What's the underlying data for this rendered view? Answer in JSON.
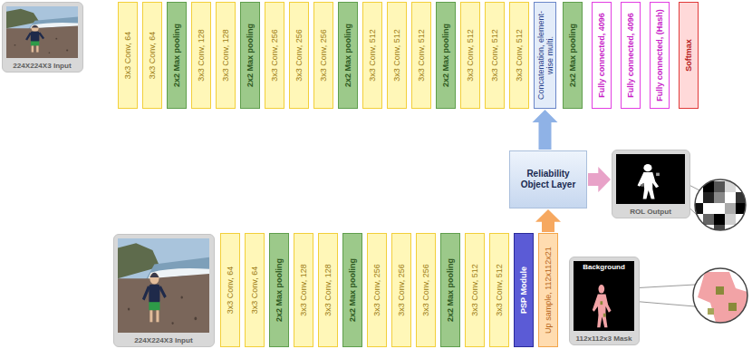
{
  "diagram": {
    "nodes": [
      {
        "text": [
          "224X224X3 Input"
        ]
      },
      {
        "text": [
          "3x3 Conv, 64"
        ]
      },
      {
        "text": [
          "3x3 Conv, 64"
        ]
      },
      {
        "text": [
          "2x2 Max pooling"
        ]
      },
      {
        "text": [
          "3x3 Conv, 128"
        ]
      },
      {
        "text": [
          "3x3 Conv, 128"
        ]
      },
      {
        "text": [
          "2x2 Max pooling"
        ]
      },
      {
        "text": [
          "3x3 Conv, 256"
        ]
      },
      {
        "text": [
          "3x3 Conv, 256"
        ]
      },
      {
        "text": [
          "3x3 Conv, 256"
        ]
      },
      {
        "text": [
          "2x2 Max pooling"
        ]
      },
      {
        "text": [
          "3x3 Conv, 512"
        ]
      },
      {
        "text": [
          "3x3 Conv, 512"
        ]
      },
      {
        "text": [
          "3x3 Conv, 512"
        ]
      },
      {
        "text": [
          "2x2 Max pooling"
        ]
      },
      {
        "text": [
          "3x3 Conv, 512"
        ]
      },
      {
        "text": [
          "3x3 Conv, 512"
        ]
      },
      {
        "text": [
          "3x3 Conv, 512"
        ]
      },
      {
        "text": [
          "Concatenation, element-wise multi."
        ]
      },
      {
        "text": [
          "2x2 Max pooling"
        ]
      },
      {
        "text": [
          "Fully connected, 4096"
        ]
      },
      {
        "text": [
          "Fully connected, 4096"
        ]
      },
      {
        "text": [
          "Fully connected, (Hash)"
        ]
      },
      {
        "text": [
          "Softmax"
        ]
      },
      {
        "text": [
          "Reliability Object Layer"
        ]
      },
      {
        "text": [
          "ROL Output"
        ]
      },
      {
        "text": [
          "224X224X3 Input"
        ]
      },
      {
        "text": [
          "3x3 Conv, 64"
        ]
      },
      {
        "text": [
          "3x3 Conv, 64"
        ]
      },
      {
        "text": [
          "2x2 Max pooling"
        ]
      },
      {
        "text": [
          "3x3 Conv, 128"
        ]
      },
      {
        "text": [
          "3x3 Conv, 128"
        ]
      },
      {
        "text": [
          "2x2 Max pooling"
        ]
      },
      {
        "text": [
          "3x3 Conv, 256"
        ]
      },
      {
        "text": [
          "3x3 Conv, 256"
        ]
      },
      {
        "text": [
          "3x3 Conv, 256"
        ]
      },
      {
        "text": [
          "2x2 Max pooling"
        ]
      },
      {
        "text": [
          "3x3 Conv, 512"
        ]
      },
      {
        "text": [
          "3x3 Conv, 512"
        ]
      },
      {
        "text": [
          "PSP Module"
        ]
      },
      {
        "text": [
          "Up sample, 112x112x21"
        ]
      },
      {
        "text": [
          "Background",
          "112x112x3 Mask"
        ]
      }
    ],
    "edges": [
      {
        "from": 40,
        "to": 24,
        "arrow": "to"
      },
      {
        "from": 24,
        "to": 18,
        "arrow": "to"
      },
      {
        "from": 24,
        "to": 25,
        "arrow": "to"
      }
    ]
  }
}
